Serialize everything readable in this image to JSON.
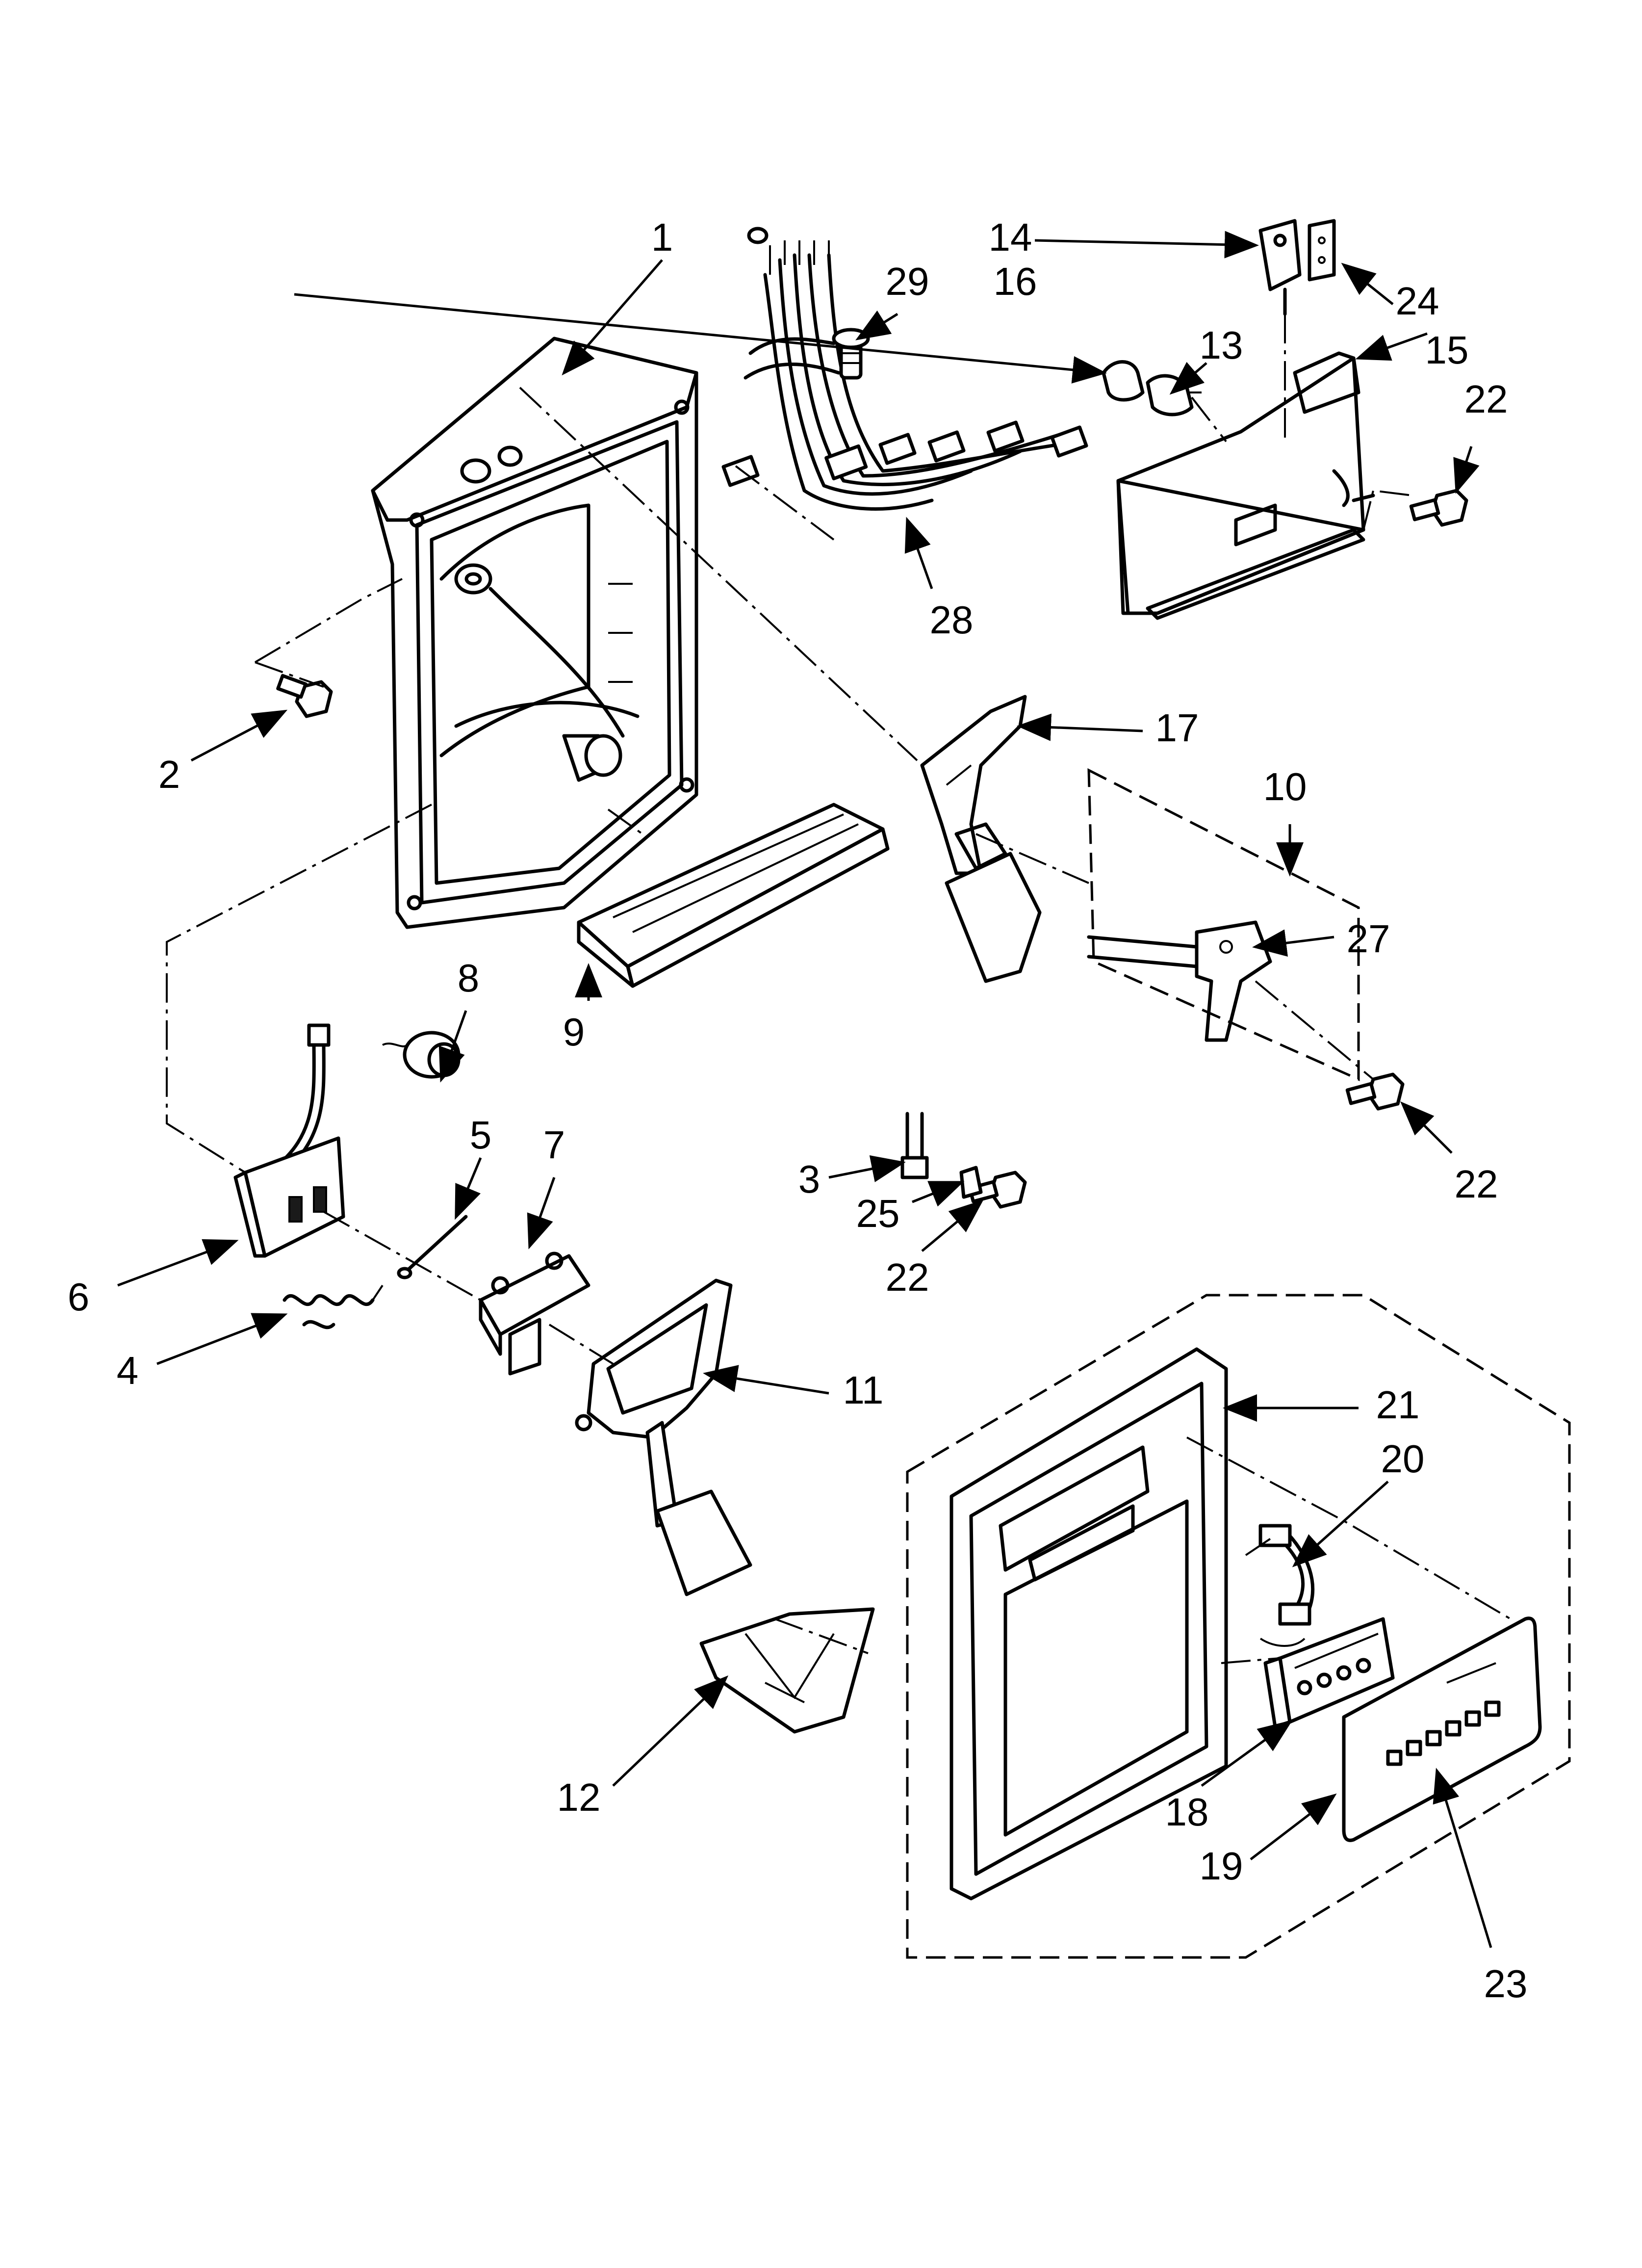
{
  "callouts": [
    {
      "id": "1",
      "text": "1"
    },
    {
      "id": "2",
      "text": "2"
    },
    {
      "id": "3",
      "text": "3"
    },
    {
      "id": "4",
      "text": "4"
    },
    {
      "id": "5",
      "text": "5"
    },
    {
      "id": "6",
      "text": "6"
    },
    {
      "id": "7",
      "text": "7"
    },
    {
      "id": "8",
      "text": "8"
    },
    {
      "id": "9",
      "text": "9"
    },
    {
      "id": "10",
      "text": "10"
    },
    {
      "id": "11",
      "text": "11"
    },
    {
      "id": "12",
      "text": "12"
    },
    {
      "id": "13",
      "text": "13"
    },
    {
      "id": "14",
      "text": "14"
    },
    {
      "id": "15",
      "text": "15"
    },
    {
      "id": "16",
      "text": "16"
    },
    {
      "id": "17",
      "text": "17"
    },
    {
      "id": "18",
      "text": "18"
    },
    {
      "id": "19",
      "text": "19"
    },
    {
      "id": "20",
      "text": "20"
    },
    {
      "id": "21",
      "text": "21"
    },
    {
      "id": "22a",
      "text": "22"
    },
    {
      "id": "22b",
      "text": "22"
    },
    {
      "id": "22c",
      "text": "22"
    },
    {
      "id": "23",
      "text": "23"
    },
    {
      "id": "24",
      "text": "24"
    },
    {
      "id": "25",
      "text": "25"
    },
    {
      "id": "27",
      "text": "27"
    },
    {
      "id": "28",
      "text": "28"
    },
    {
      "id": "29",
      "text": "29"
    }
  ]
}
